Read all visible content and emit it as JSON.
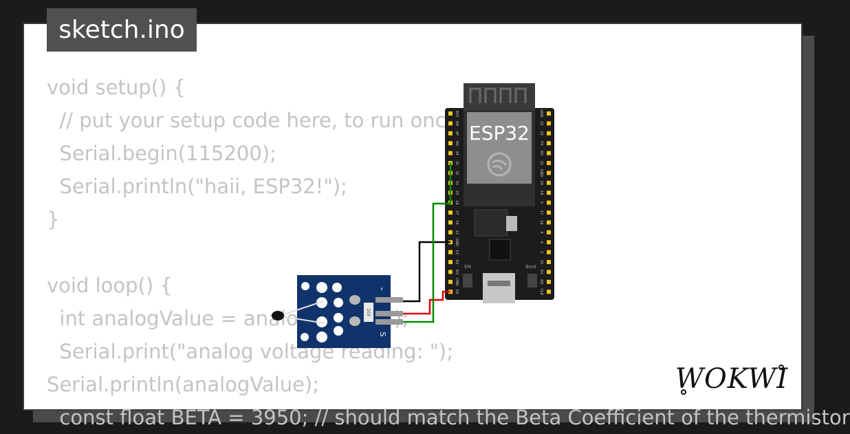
{
  "file_tab": {
    "label": "sketch.ino"
  },
  "code_lines": [
    "void setup() {",
    "  // put your setup code here, to run once:",
    "  Serial.begin(115200);",
    "  Serial.println(\"haii, ESP32!\");",
    "}",
    "",
    "void loop() {",
    "  int analogValue = analogRead(34);",
    "  Serial.print(\"analog voltage reading: \");",
    "Serial.println(analogValue);",
    "  const float BETA = 3950; // should match the Beta Coefficient of the thermistor"
  ],
  "board": {
    "label": "ESP32",
    "btn_en": "EN",
    "btn_boot": "Boot",
    "left_pins": [
      "3V3",
      "EN",
      "VP",
      "VN",
      "34",
      "35",
      "32",
      "33",
      "25",
      "26",
      "27",
      "14",
      "12",
      "GND",
      "13",
      "D2",
      "D3",
      "CMD",
      "5V"
    ],
    "right_pins": [
      "GND",
      "23",
      "22",
      "TX",
      "RX",
      "21",
      "GND",
      "19",
      "18",
      "5",
      "17",
      "16",
      "4",
      "0",
      "2",
      "15",
      "D1",
      "D0",
      "CLK"
    ]
  },
  "sensor": {
    "pin_minus": "-",
    "pin_s": "S",
    "resistor_label": "103"
  },
  "wires": {
    "colors": {
      "gnd": "#000000",
      "vcc": "#e00000",
      "signal": "#008800"
    }
  },
  "logo": {
    "text": "WOKWI"
  }
}
